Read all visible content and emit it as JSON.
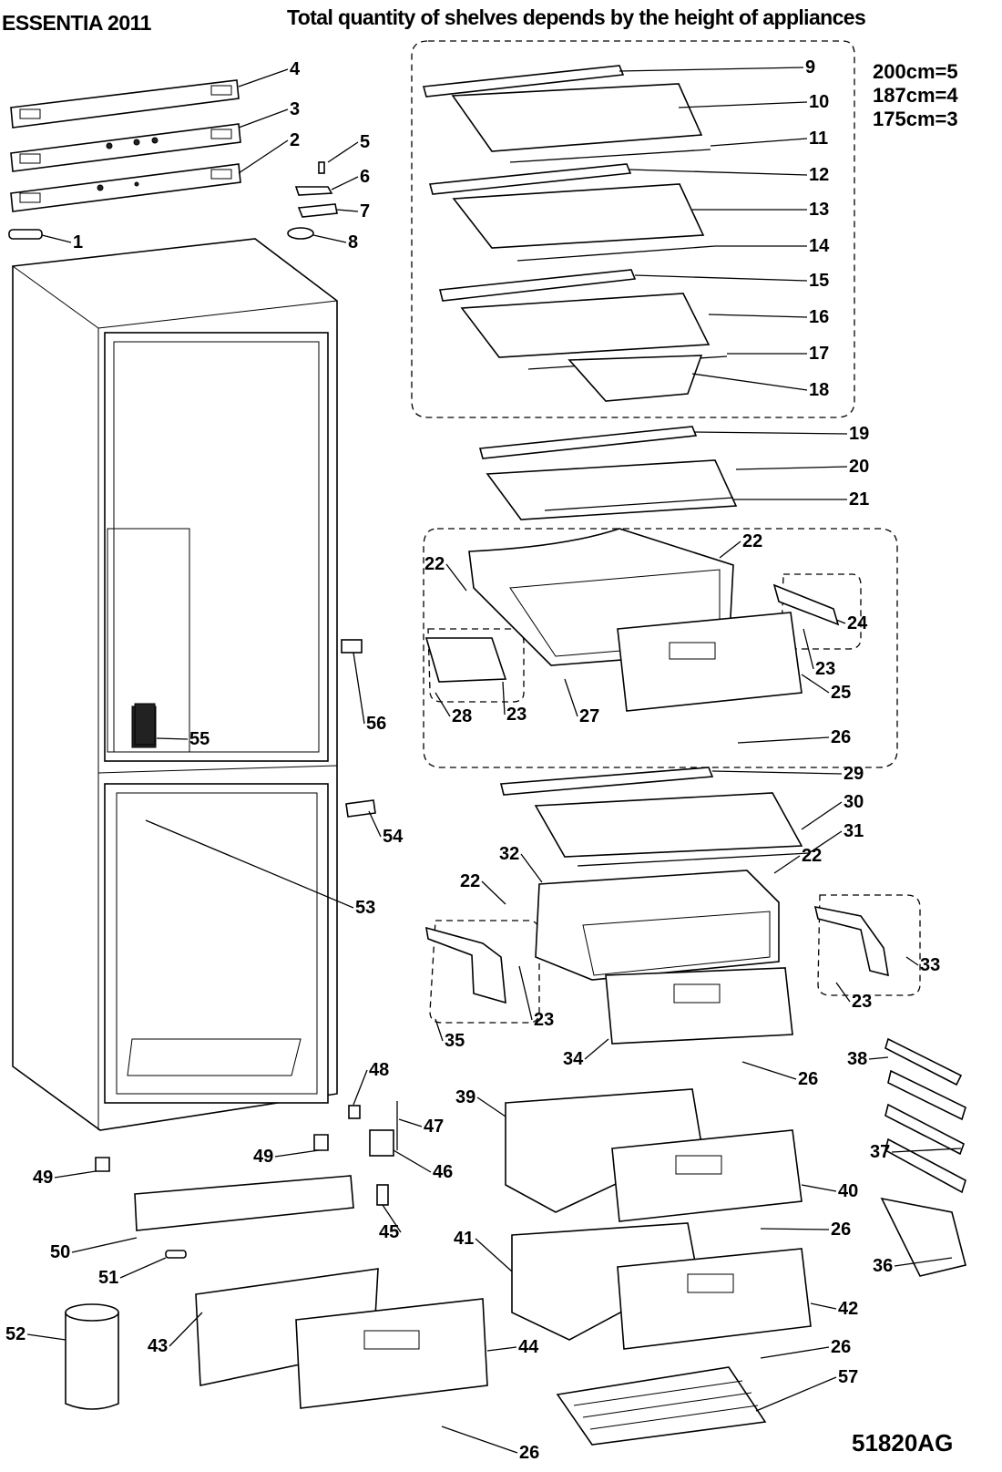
{
  "header": {
    "title": "ESSENTIA 2011",
    "subtitle": "Total quantity of shelves depends by the height of appliances"
  },
  "shelf_heights": [
    "200cm=5",
    "187cm=4",
    "175cm=3"
  ],
  "drawing_code": "51820AG",
  "callouts": [
    "1",
    "2",
    "3",
    "4",
    "5",
    "6",
    "7",
    "8",
    "9",
    "10",
    "11",
    "12",
    "13",
    "14",
    "15",
    "16",
    "17",
    "18",
    "19",
    "20",
    "21",
    "22",
    "22",
    "22",
    "22",
    "23",
    "23",
    "23",
    "23",
    "24",
    "25",
    "26",
    "26",
    "26",
    "26",
    "26",
    "27",
    "28",
    "29",
    "30",
    "31",
    "32",
    "33",
    "34",
    "35",
    "36",
    "37",
    "38",
    "39",
    "40",
    "41",
    "42",
    "43",
    "44",
    "45",
    "46",
    "47",
    "48",
    "49",
    "49",
    "50",
    "51",
    "52",
    "53",
    "54",
    "55",
    "56",
    "57"
  ]
}
